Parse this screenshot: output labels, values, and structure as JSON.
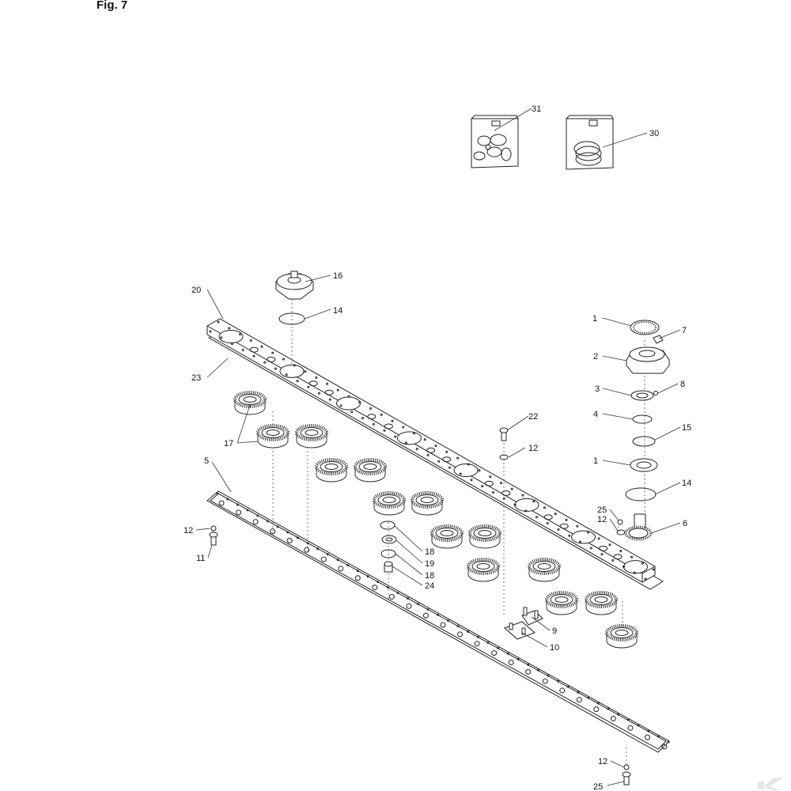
{
  "figure_title": "Fig. 7",
  "callouts": [
    "31",
    "30",
    "16",
    "20",
    "14",
    "23",
    "1",
    "7",
    "2",
    "3",
    "8",
    "4",
    "15",
    "17",
    "22",
    "12",
    "1",
    "14",
    "5",
    "25",
    "12",
    "6",
    "12",
    "11",
    "18",
    "19",
    "18",
    "24",
    "9",
    "10",
    "12",
    "25"
  ],
  "colors": {
    "line": "#222222",
    "background": "#ffffff",
    "watermark": "#e6e6e6"
  }
}
